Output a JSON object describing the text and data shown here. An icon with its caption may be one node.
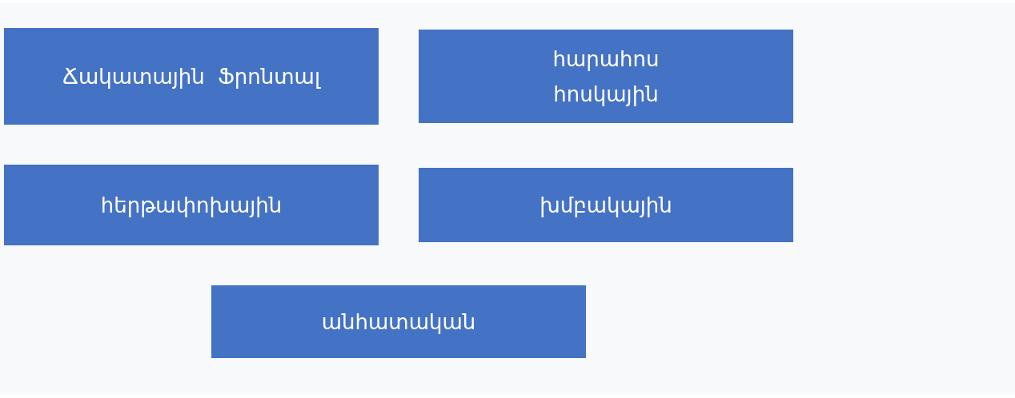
{
  "diagram": {
    "nodes": [
      {
        "text": [
          "Ճակատային  Ֆրոնտալ"
        ]
      },
      {
        "text": [
          "հարահոս հոսկային"
        ]
      },
      {
        "text": [
          "հերթափոխային"
        ]
      },
      {
        "text": [
          "խմբակային"
        ]
      },
      {
        "text": [
          "անհատական"
        ]
      }
    ]
  }
}
